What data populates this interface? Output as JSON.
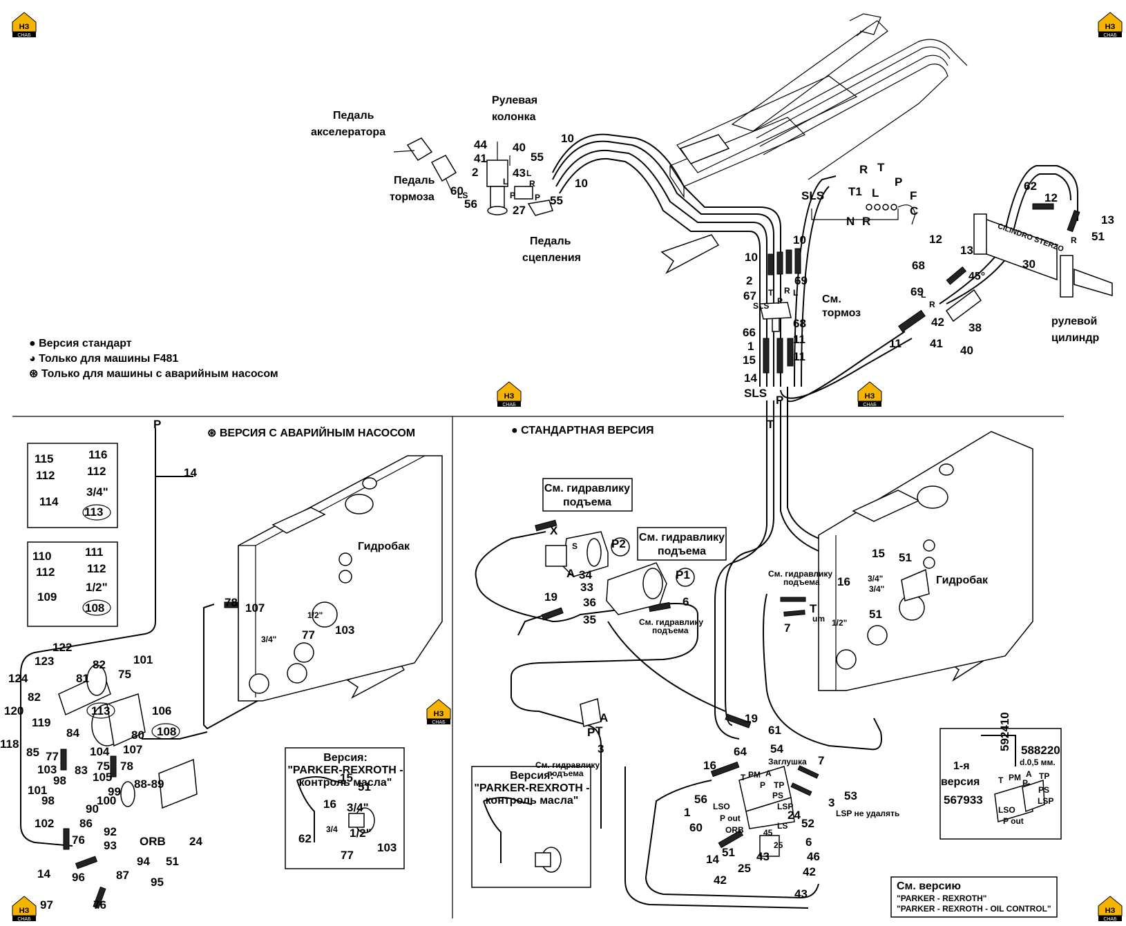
{
  "legend": [
    {
      "symbol": "●",
      "text": "Версия стандарт"
    },
    {
      "symbol": "◕",
      "text": "Только для машины F481"
    },
    {
      "symbol": "⊛",
      "text": "Только для машины с аварийным насосом"
    }
  ],
  "sections": {
    "emergency": "⊛ ВЕРСИЯ С АВАРИЙНЫМ НАСОСОМ",
    "standard": "● СТАНДАРТНАЯ ВЕРСИЯ"
  },
  "captions": {
    "accel_pedal_1": "Педаль",
    "accel_pedal_2": "акселератора",
    "brake_pedal_1": "Педаль",
    "brake_pedal_2": "тормоза",
    "steering_col_1": "Рулевая",
    "steering_col_2": "колонка",
    "clutch_pedal_1": "Педаль",
    "clutch_pedal_2": "сцепления",
    "see_brake_1": "См.",
    "see_brake_2": "тормоз",
    "steer_cyl_1": "рулевой",
    "steer_cyl_2": "цилиндр",
    "cylinder_text": "CILINDRO STERZO",
    "tank_left": "Гидробак",
    "tank_right": "Гидробак",
    "angle": "45°",
    "plug": "Заглушка",
    "lsp_keep": "LSP не удалять",
    "first_version_1": "1-я",
    "first_version_2": "версия",
    "diameter": "d.0,5 мм.",
    "lift_small": "См. гидравлику",
    "lift_small_2": "подъема"
  },
  "boxes": {
    "lift_a_1": "См. гидравлику",
    "lift_a_2": "подъема",
    "lift_b_1": "См. гидравлику",
    "lift_b_2": "подъема",
    "parker_left_1": "Версия:",
    "parker_left_2": "\"PARKER-REXROTH -",
    "parker_left_3": "контроль масла\"",
    "parker_mid_1": "Версия:",
    "parker_mid_2": "\"PARKER-REXROTH -",
    "parker_mid_3": "контроль масла\"",
    "see_version_1": "См. версию",
    "see_version_2": "\"PARKER - REXROTH\"",
    "see_version_3": "\"PARKER - REXROTH - OIL CONTROL\""
  },
  "logo": {
    "text": "НЗ",
    "sub": "СНАБ",
    "color": "#f5b400"
  }
}
